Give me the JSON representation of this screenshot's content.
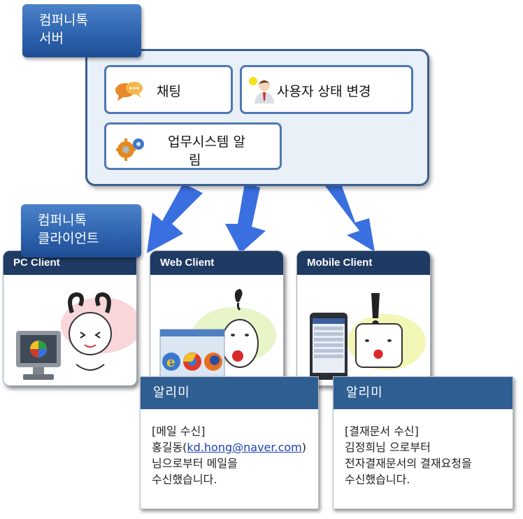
{
  "server": {
    "label_line1": "컴퍼니톡",
    "label_line2": "서버",
    "features": [
      {
        "label": "채팅",
        "icon": "chat-bubbles-icon"
      },
      {
        "label": "사용자 상태 변경",
        "icon": "user-status-icon"
      },
      {
        "label_line1": "업무시스템 알",
        "label_line2": "림",
        "icon": "gears-icon"
      }
    ]
  },
  "client": {
    "label_line1": "컴퍼니톡",
    "label_line2": "클라이언트"
  },
  "clients": [
    {
      "title": "PC Client",
      "icon": "pc-monitor-icon"
    },
    {
      "title": "Web Client",
      "icon": "web-browsers-icon"
    },
    {
      "title": "Mobile Client",
      "icon": "smartphone-icon"
    }
  ],
  "notifications": [
    {
      "header": "알리미",
      "line1": "[메일 수신]",
      "line2_prefix": "홍길동(",
      "email": "kd.hong@naver.com",
      "line2_suffix": ")",
      "line3": "님으로부터 메일을",
      "line4": "수신했습니다."
    },
    {
      "header": "알리미",
      "line1": "[결재문서 수신]",
      "line2": "김정희님 으로부터",
      "line3": "전자결재문서의 결재요청을",
      "line4": "수신했습니다."
    }
  ],
  "colors": {
    "label_blue": "#2d62ad",
    "arrow_blue": "#3a6fe0",
    "panel_border": "#3d5f8e",
    "card_header": "#1f3a63",
    "notif_header": "#2f5e92"
  }
}
